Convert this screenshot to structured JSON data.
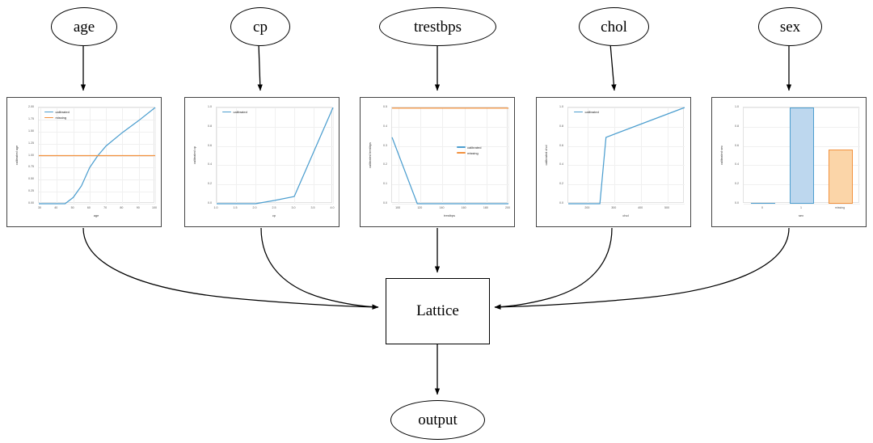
{
  "graph": {
    "input_nodes": [
      {
        "id": "age",
        "label": "age"
      },
      {
        "id": "cp",
        "label": "cp"
      },
      {
        "id": "trestbps",
        "label": "trestbps"
      },
      {
        "id": "chol",
        "label": "chol"
      },
      {
        "id": "sex",
        "label": "sex"
      }
    ],
    "lattice_label": "Lattice",
    "output_label": "output",
    "edge_color": "#000000"
  },
  "colors": {
    "calibrated": "#4c9ecf",
    "missing": "#f2913d",
    "bar_blue_fill": "#bdd7ee",
    "bar_blue_edge": "#4c9ecf",
    "bar_orange_fill": "#fbd5a8",
    "bar_orange_edge": "#f2913d",
    "grid": "#f0f0f0",
    "panel_border": "#444444"
  },
  "chart_data": [
    {
      "id": "age",
      "type": "line",
      "title": "",
      "xlabel": "age",
      "ylabel": "calibrated age",
      "xlim": [
        29,
        100
      ],
      "ylim": [
        0.0,
        2.0
      ],
      "xticks": [
        30,
        40,
        50,
        60,
        70,
        80,
        90,
        100
      ],
      "xticklabels": [
        "30",
        "40",
        "50",
        "60",
        "70",
        "80",
        "90",
        "100"
      ],
      "yticks": [
        0.0,
        0.25,
        0.5,
        0.75,
        1.0,
        1.25,
        1.5,
        1.75,
        2.0
      ],
      "yticklabels": [
        "0.00",
        "0.25",
        "0.50",
        "0.75",
        "1.00",
        "1.25",
        "1.50",
        "1.75",
        "2.00"
      ],
      "grid": true,
      "legend_position": "upper left",
      "series": [
        {
          "name": "calibrated",
          "color": "#4c9ecf",
          "x": [
            29,
            45,
            50,
            55,
            60,
            65,
            70,
            80,
            90,
            100
          ],
          "y": [
            0.0,
            0.0,
            0.13,
            0.37,
            0.75,
            1.0,
            1.2,
            1.48,
            1.73,
            2.0
          ]
        },
        {
          "name": "missing",
          "color": "#f2913d",
          "x": [
            29,
            100
          ],
          "y": [
            1.0,
            1.0
          ]
        }
      ]
    },
    {
      "id": "cp",
      "type": "line",
      "title": "",
      "xlabel": "cp",
      "ylabel": "calibrated cp",
      "xlim": [
        1.0,
        4.0
      ],
      "ylim": [
        0.0,
        1.0
      ],
      "xticks": [
        1.0,
        1.5,
        2.0,
        2.5,
        3.0,
        3.5,
        4.0
      ],
      "xticklabels": [
        "1.0",
        "1.5",
        "2.0",
        "2.5",
        "3.0",
        "3.5",
        "4.0"
      ],
      "yticks": [
        0.0,
        0.2,
        0.4,
        0.6,
        0.8,
        1.0
      ],
      "yticklabels": [
        "0.0",
        "0.2",
        "0.4",
        "0.6",
        "0.8",
        "1.0"
      ],
      "grid": true,
      "legend_position": "upper left",
      "series": [
        {
          "name": "calibrated",
          "color": "#4c9ecf",
          "x": [
            1.0,
            2.0,
            2.5,
            3.0,
            4.0
          ],
          "y": [
            0.0,
            0.0,
            0.035,
            0.075,
            1.0
          ]
        }
      ]
    },
    {
      "id": "trestbps",
      "type": "line",
      "title": "",
      "xlabel": "trestbps",
      "ylabel": "calibrated trestbps",
      "xlim": [
        94,
        200
      ],
      "ylim": [
        0.0,
        0.5
      ],
      "xticks": [
        100,
        120,
        140,
        160,
        180,
        200
      ],
      "xticklabels": [
        "100",
        "120",
        "140",
        "160",
        "180",
        "200"
      ],
      "yticks": [
        0.0,
        0.1,
        0.2,
        0.3,
        0.4,
        0.5
      ],
      "yticklabels": [
        "0.0",
        "0.1",
        "0.2",
        "0.3",
        "0.4",
        "0.5"
      ],
      "grid": true,
      "legend_position": "center right",
      "series": [
        {
          "name": "calibrated",
          "color": "#4c9ecf",
          "x": [
            94,
            117,
            200
          ],
          "y": [
            0.345,
            0.0,
            0.0
          ]
        },
        {
          "name": "missing",
          "color": "#f2913d",
          "x": [
            94,
            200
          ],
          "y": [
            0.497,
            0.497
          ]
        }
      ]
    },
    {
      "id": "chol",
      "type": "line",
      "title": "",
      "xlabel": "chol",
      "ylabel": "calibrated chol",
      "xlim": [
        126,
        564
      ],
      "ylim": [
        0.0,
        1.0
      ],
      "xticks": [
        200,
        300,
        400,
        500
      ],
      "xticklabels": [
        "200",
        "300",
        "400",
        "500"
      ],
      "yticks": [
        0.0,
        0.2,
        0.4,
        0.6,
        0.8,
        1.0
      ],
      "yticklabels": [
        "0.0",
        "0.2",
        "0.4",
        "0.6",
        "0.8",
        "1.0"
      ],
      "grid": true,
      "legend_position": "upper left",
      "series": [
        {
          "name": "calibrated",
          "color": "#4c9ecf",
          "x": [
            126,
            245,
            268,
            564
          ],
          "y": [
            0.0,
            0.0,
            0.69,
            1.0
          ]
        }
      ]
    },
    {
      "id": "sex",
      "type": "bar",
      "title": "",
      "xlabel": "sex",
      "ylabel": "calibrated sex",
      "categories": [
        "0",
        "1",
        "missing"
      ],
      "values": [
        0.0,
        1.0,
        0.56
      ],
      "bar_fills": [
        "#bdd7ee",
        "#bdd7ee",
        "#fbd5a8"
      ],
      "bar_edges": [
        "#4c9ecf",
        "#4c9ecf",
        "#f2913d"
      ],
      "ylim": [
        0.0,
        1.0
      ],
      "yticks": [
        0.0,
        0.2,
        0.4,
        0.6,
        0.8,
        1.0
      ],
      "yticklabels": [
        "0.0",
        "0.2",
        "0.4",
        "0.6",
        "0.8",
        "1.0"
      ],
      "grid": true,
      "legend_position": "none"
    }
  ]
}
